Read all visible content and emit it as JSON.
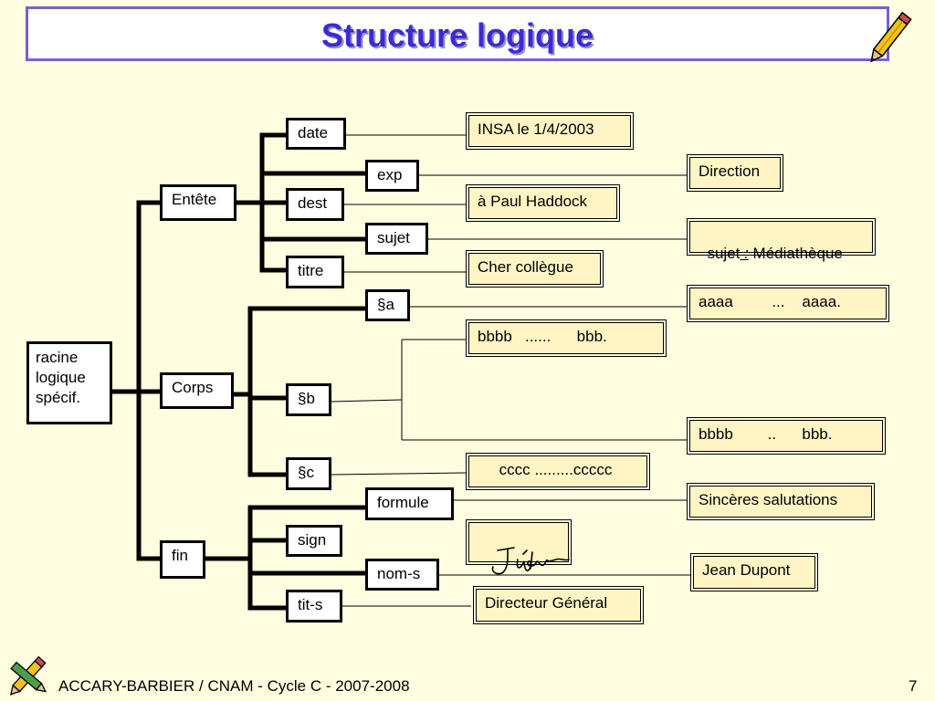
{
  "slide": {
    "title": "Structure logique",
    "footer": "ACCARY-BARBIER / CNAM - Cycle C - 2007-2008",
    "page_number": "7"
  },
  "tree": {
    "root": [
      "racine",
      "logique",
      "spécif."
    ],
    "level1": {
      "entete": "Entête",
      "corps": "Corps",
      "fin": "fin"
    },
    "level2": {
      "date": "date",
      "exp": "exp",
      "dest": "dest",
      "sujet": "sujet",
      "titre": "titre",
      "pa": "§a",
      "pb": "§b",
      "pc": "§c",
      "formule": "formule",
      "sign": "sign",
      "noms": "nom-s",
      "tits": "tit-s"
    }
  },
  "contents": {
    "date": "INSA le 1/4/2003",
    "exp": "Direction",
    "dest": "à Paul Haddock",
    "sujet_label": "sujet",
    "sujet_colon": " :",
    "sujet_value": " Médiathèque",
    "titre": "Cher collègue",
    "pa": "aaaa         ...    aaaa.",
    "pb1": "bbbb   ......      bbb.",
    "pb2": "bbbb        ..      bbb.",
    "pc": "     cccc .........ccccc",
    "formule": "Sincères salutations",
    "noms": "Jean Dupont",
    "tits": "Directeur Général"
  },
  "icons": {
    "title_icon": "pencil-icon",
    "footer_icon": "pencils-icon",
    "signature": "handwritten-signature"
  },
  "colors": {
    "background": "#fffde0",
    "title": "#3a2bd8",
    "title_border": "#7a5fd6",
    "leaf_fill": "#fff5c4"
  }
}
